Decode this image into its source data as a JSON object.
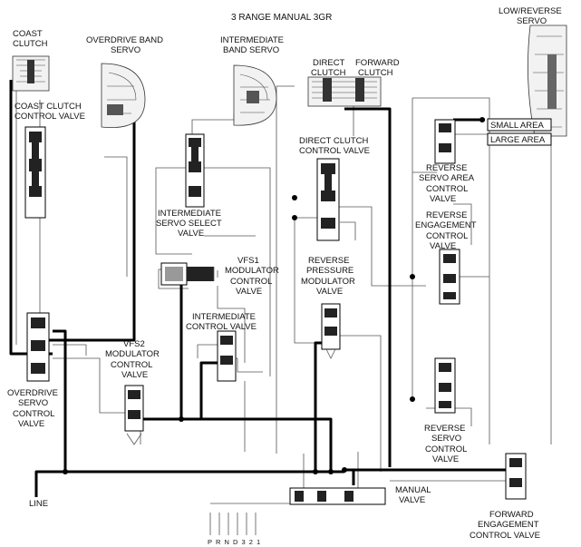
{
  "title": "3 RANGE MANUAL 3GR",
  "labels": {
    "coast_clutch": [
      "COAST",
      "CLUTCH"
    ],
    "overdrive_band_servo": [
      "OVERDRIVE BAND",
      "SERVO"
    ],
    "intermediate_band_servo": [
      "INTERMEDIATE",
      "BAND SERVO"
    ],
    "direct_clutch": [
      "DIRECT",
      "CLUTCH"
    ],
    "forward_clutch": [
      "FORWARD",
      "CLUTCH"
    ],
    "low_reverse_servo": [
      "LOW/REVERSE",
      "SERVO"
    ],
    "coast_clutch_control_valve": [
      "COAST CLUTCH",
      "CONTROL VALVE"
    ],
    "direct_clutch_control_valve": [
      "DIRECT CLUTCH",
      "CONTROL VALVE"
    ],
    "small_area": "SMALL AREA",
    "large_area": "LARGE AREA",
    "reverse_servo_area_control_valve": [
      "REVERSE",
      "SERVO AREA",
      "CONTROL",
      "VALVE"
    ],
    "intermediate_servo_select_valve": [
      "INTERMEDIATE",
      "SERVO SELECT",
      "VALVE"
    ],
    "reverse_engagement_control_valve": [
      "REVERSE",
      "ENGAGEMENT",
      "CONTROL",
      "VALVE"
    ],
    "vfs1_modulator_control_valve": [
      "VFS1",
      "MODULATOR",
      "CONTROL",
      "VALVE"
    ],
    "reverse_pressure_modulator_valve": [
      "REVERSE",
      "PRESSURE",
      "MODULATOR",
      "VALVE"
    ],
    "intermediate_control_valve": [
      "INTERMEDIATE",
      "CONTROL VALVE"
    ],
    "vfs2_modulator_control_valve": [
      "VFS2",
      "MODULATOR",
      "CONTROL",
      "VALVE"
    ],
    "overdrive_servo_control_valve": [
      "OVERDRIVE",
      "SERVO",
      "CONTROL",
      "VALVE"
    ],
    "reverse_servo_control_valve": [
      "REVERSE",
      "SERVO",
      "CONTROL",
      "VALVE"
    ],
    "line": "LINE",
    "manual_valve": [
      "MANUAL",
      "VALVE"
    ],
    "forward_engagement_control_valve": [
      "FORWARD",
      "ENGAGEMENT",
      "CONTROL VALVE"
    ],
    "gear_positions": "P R N D 3 2 1"
  }
}
